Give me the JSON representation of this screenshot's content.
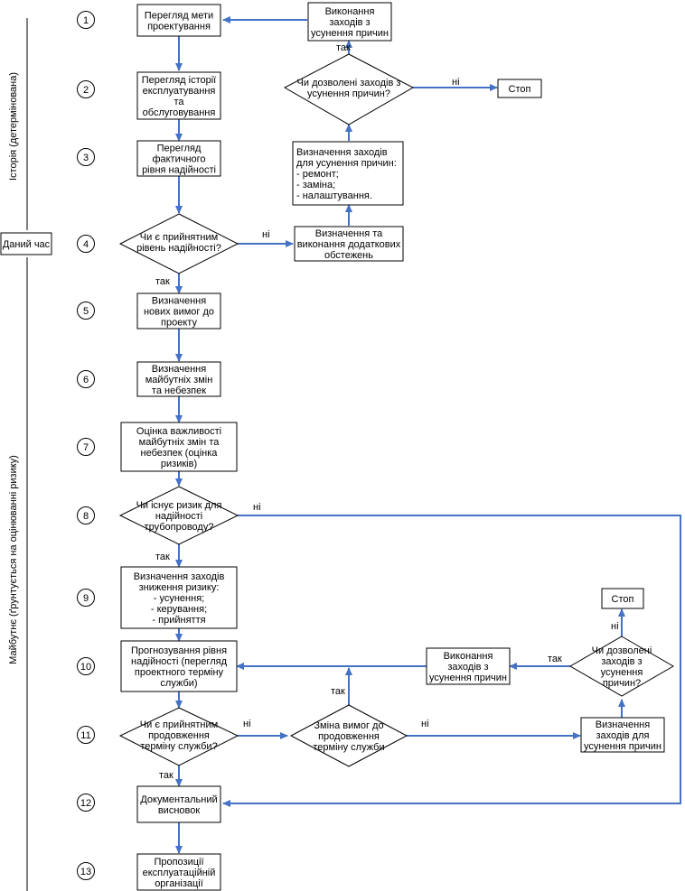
{
  "colors": {
    "connector": "#4472c4",
    "outline": "#000000",
    "background": "#ffffff"
  },
  "sidebar": {
    "history_label": "Історія (детермінована)",
    "present_label": "Даний час",
    "future_label": "Майбутнє (ґрунтується на оцінюванні ризику)"
  },
  "steps": [
    "1",
    "2",
    "3",
    "4",
    "5",
    "6",
    "7",
    "8",
    "9",
    "10",
    "11",
    "12",
    "13"
  ],
  "nodes": {
    "n1": [
      "Перегляд мети",
      "проектування"
    ],
    "n2": [
      "Перегляд історії",
      "експлуатування",
      "та",
      "обслуговування"
    ],
    "n3": [
      "Перегляд",
      "фактичного",
      "рівня надійності"
    ],
    "d4": [
      "Чи є прийнятним",
      "рівень надійності?"
    ],
    "n5": [
      "Визначення",
      "нових вимог до",
      "проекту"
    ],
    "n6": [
      "Визначення",
      "майбутніх змін",
      "та небезпек"
    ],
    "n7": [
      "Оцінка важливості",
      "майбутніх змін та",
      "небезпек (оцінка",
      "ризиків)"
    ],
    "d8": [
      "Чи існує ризик для",
      "надійності",
      "трубопроводу?"
    ],
    "n9": [
      "Визначення заходів",
      "зниження ризику:",
      "- усунення;",
      "- керування;",
      "- прийняття"
    ],
    "n10": [
      "Прогнозування рівня",
      "надійності (перегляд",
      "проектного терміну",
      "служби)"
    ],
    "d11": [
      "Чи є прийнятним",
      "продовження",
      "терміну служби?"
    ],
    "n12": [
      "Документальний",
      "висновок"
    ],
    "n13": [
      "Пропозиції",
      "експлуатаційній",
      "організації"
    ],
    "r_exec_top": [
      "Виконання",
      "заходів з",
      "усунення причин"
    ],
    "r_allowed_top": [
      "Чи дозволені заходів з",
      "усунення причин?"
    ],
    "r_stop_top": [
      "Стоп"
    ],
    "r_define_top": [
      "Визначення заходів",
      "для усунення причин:",
      "- ремонт;",
      "- заміна;",
      "- налаштування."
    ],
    "r_extra": [
      "Визначення та",
      "виконання додаткових",
      "обстежень"
    ],
    "r_exec_bottom": [
      "Виконання",
      "заходів з",
      "усунення причин"
    ],
    "r_stop_bottom": [
      "Стоп"
    ],
    "r_allowed_bottom": [
      "Чи дозволені",
      "заходів з",
      "усунення",
      "причин?"
    ],
    "r_change": [
      "Зміна вимог до",
      "продовження",
      "терміну служби"
    ],
    "r_define_bottom": [
      "Визначення",
      "заходів для",
      "усунення причин"
    ]
  },
  "edge_labels": {
    "yes": "так",
    "no": "ні"
  }
}
